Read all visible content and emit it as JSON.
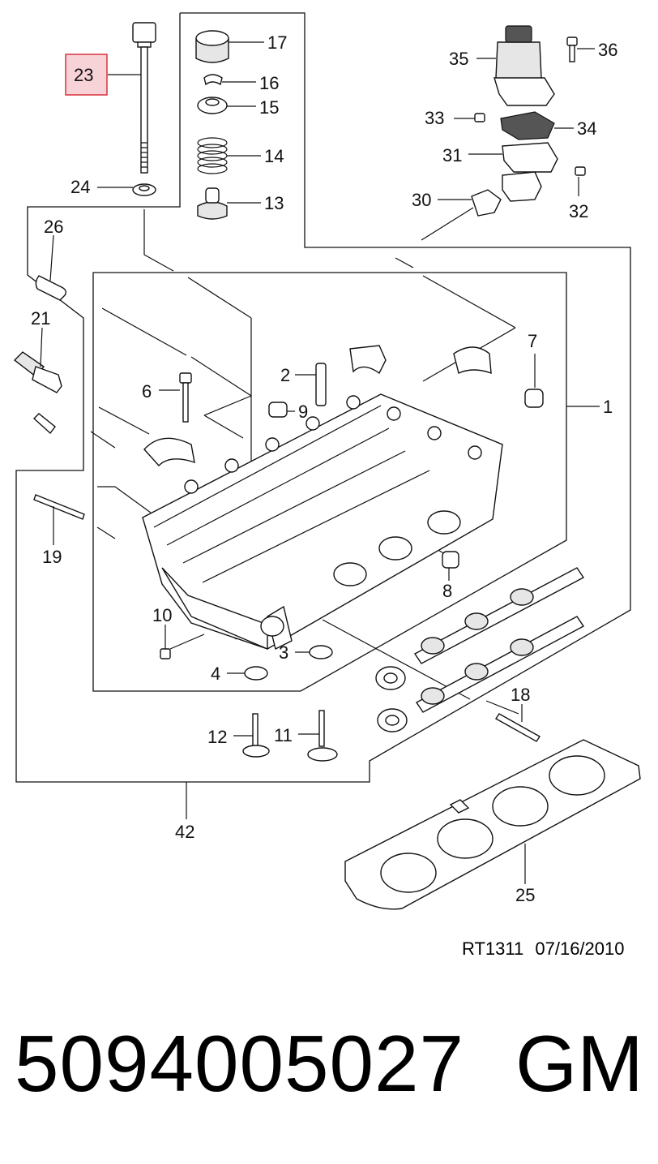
{
  "labels": {
    "p1": "1",
    "p2": "2",
    "p3": "3",
    "p4": "4",
    "p6": "6",
    "p7": "7",
    "p8": "8",
    "p9": "9",
    "p10": "10",
    "p11": "11",
    "p12": "12",
    "p13": "13",
    "p14": "14",
    "p15": "15",
    "p16": "16",
    "p17": "17",
    "p18": "18",
    "p19": "19",
    "p21": "21",
    "p23": "23",
    "p24": "24",
    "p25": "25",
    "p26": "26",
    "p30": "30",
    "p31": "31",
    "p32": "32",
    "p33": "33",
    "p34": "34",
    "p35": "35",
    "p36": "36",
    "p42": "42"
  },
  "highlighted_part": "23",
  "highlight_color": "#f7d3d8",
  "highlight_border": "#d9323f",
  "stamp": {
    "code": "RT1311",
    "date": "07/16/2010"
  },
  "footer": {
    "part_number": "5094005027",
    "brand": "GM"
  }
}
